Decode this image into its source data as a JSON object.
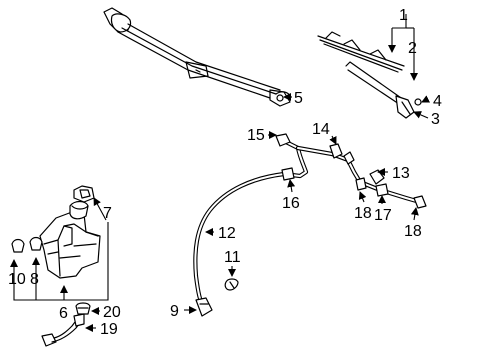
{
  "callouts": {
    "c1": "1",
    "c2": "2",
    "c3": "3",
    "c4": "4",
    "c5": "5",
    "c6": "6",
    "c7": "7",
    "c8": "8",
    "c9": "9",
    "c10": "10",
    "c11": "11",
    "c12": "12",
    "c13": "13",
    "c14": "14",
    "c15": "15",
    "c16": "16",
    "c17": "17",
    "c18a": "18",
    "c18b": "18",
    "c19": "19",
    "c20": "20"
  }
}
